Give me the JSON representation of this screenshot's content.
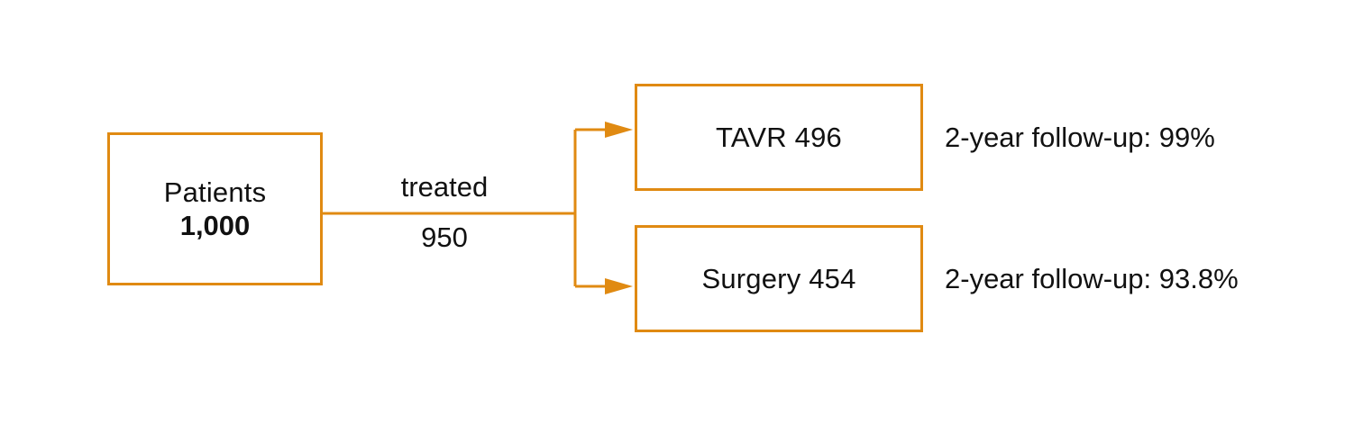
{
  "colors": {
    "accent": "#e08a12",
    "text": "#111111",
    "background": "#ffffff"
  },
  "patients": {
    "label": "Patients",
    "value": "1,000"
  },
  "flow": {
    "label": "treated",
    "count": "950"
  },
  "arms": [
    {
      "label": "TAVR 496",
      "followup": "2-year follow-up: 99%"
    },
    {
      "label": "Surgery 454",
      "followup": "2-year follow-up: 93.8%"
    }
  ]
}
